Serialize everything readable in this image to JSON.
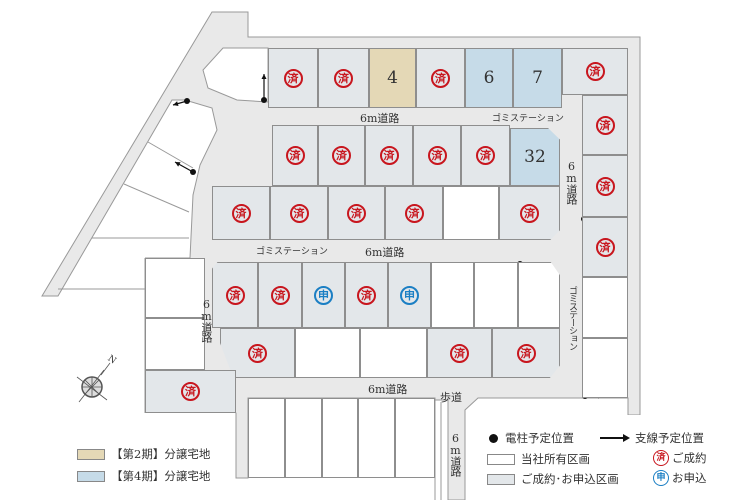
{
  "colors": {
    "sold_stamp": "#c8161e",
    "applied_stamp": "#1b7fc4",
    "phase2": "#e4d8b6",
    "phase4": "#c6dbe8",
    "occupied": "#e3e7ea",
    "road": "#e9e9e9"
  },
  "lots": [
    {
      "status": "sold",
      "text": "済"
    },
    {
      "status": "sold",
      "text": "済"
    },
    {
      "status": "phase2",
      "text": "4"
    },
    {
      "status": "sold",
      "text": "済"
    },
    {
      "status": "phase4",
      "text": "6"
    },
    {
      "status": "phase4",
      "text": "7"
    },
    {
      "status": "sold",
      "text": "済"
    },
    {
      "status": "sold",
      "text": "済"
    },
    {
      "status": "sold",
      "text": "済"
    },
    {
      "status": "sold",
      "text": "済"
    },
    {
      "status": "available",
      "text": ""
    },
    {
      "status": "available",
      "text": ""
    },
    {
      "status": "sold",
      "text": "済"
    },
    {
      "status": "sold",
      "text": "済"
    },
    {
      "status": "sold",
      "text": "済"
    },
    {
      "status": "sold",
      "text": "済"
    },
    {
      "status": "sold",
      "text": "済"
    },
    {
      "status": "phase4",
      "text": "32"
    },
    {
      "status": "sold",
      "text": "済"
    },
    {
      "status": "sold",
      "text": "済"
    },
    {
      "status": "sold",
      "text": "済"
    },
    {
      "status": "sold",
      "text": "済"
    },
    {
      "status": "available",
      "text": ""
    },
    {
      "status": "sold",
      "text": "済"
    },
    {
      "status": "sold",
      "text": "済"
    },
    {
      "status": "sold",
      "text": "済"
    },
    {
      "status": "applied",
      "text": "申"
    },
    {
      "status": "sold",
      "text": "済"
    },
    {
      "status": "applied",
      "text": "申"
    },
    {
      "status": "available",
      "text": ""
    },
    {
      "status": "available",
      "text": ""
    },
    {
      "status": "available",
      "text": ""
    },
    {
      "status": "sold",
      "text": "済"
    },
    {
      "status": "available",
      "text": ""
    },
    {
      "status": "available",
      "text": ""
    },
    {
      "status": "sold",
      "text": "済"
    },
    {
      "status": "sold",
      "text": "済"
    },
    {
      "status": "available",
      "text": ""
    },
    {
      "status": "available",
      "text": ""
    },
    {
      "status": "sold",
      "text": "済"
    },
    {
      "status": "available",
      "text": ""
    },
    {
      "status": "available",
      "text": ""
    },
    {
      "status": "available",
      "text": ""
    },
    {
      "status": "available",
      "text": ""
    },
    {
      "status": "available",
      "text": ""
    }
  ],
  "roads": {
    "road_6m": "6m道路",
    "garbage_station": "ゴミステーション",
    "sidewalk": "歩道"
  },
  "compass": {
    "north": "N"
  },
  "legend": {
    "phase2": "【第2期】分譲宅地",
    "phase4": "【第4期】分譲宅地",
    "pole": "電柱予定位置",
    "guy_wire": "支線予定位置",
    "company_owned": "当社所有区画",
    "contracted_applied": "ご成約･お申込区画",
    "sold_mark": "済",
    "sold_label": "ご成約",
    "applied_mark": "申",
    "applied_label": "お申込"
  }
}
